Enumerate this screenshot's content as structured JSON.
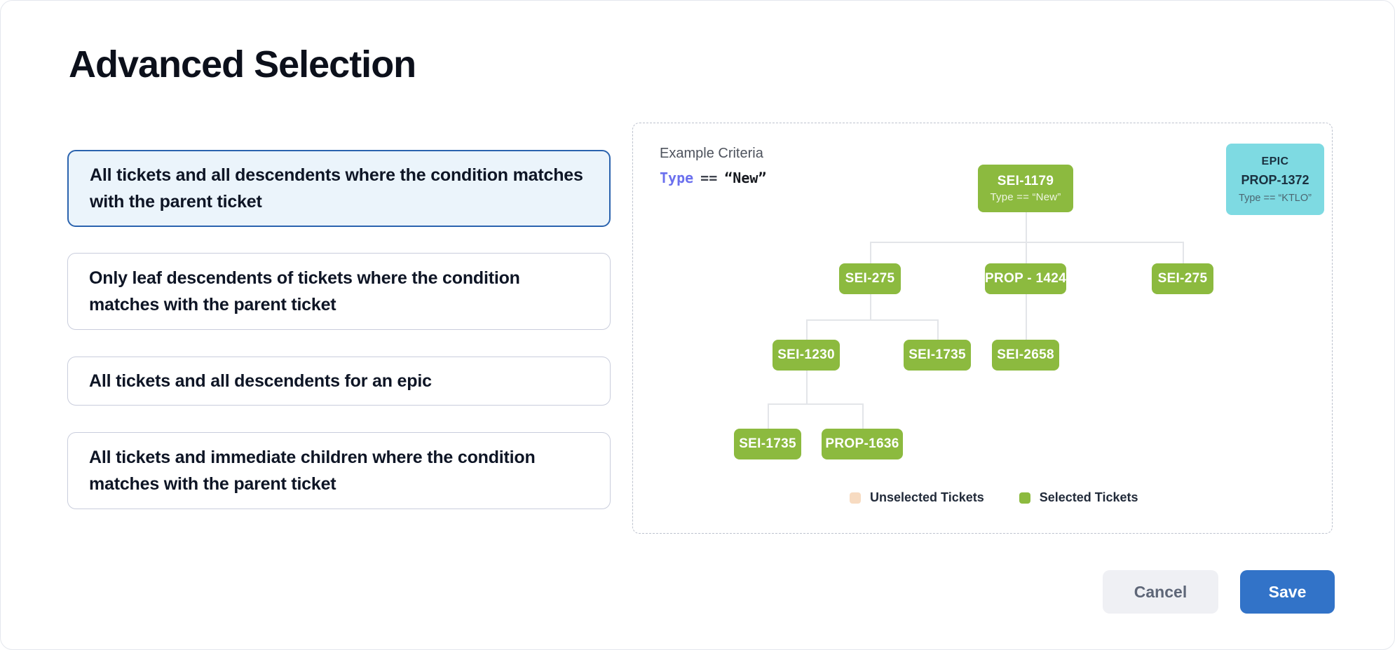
{
  "title": "Advanced Selection",
  "options": [
    {
      "label": "All tickets and all descendents where the condition matches with the parent ticket",
      "selected": true
    },
    {
      "label": "Only leaf descendents of tickets where the condition matches with the parent ticket",
      "selected": false
    },
    {
      "label": "All tickets and all descendents for an epic",
      "selected": false
    },
    {
      "label": "All tickets and immediate children where the condition matches with the parent ticket",
      "selected": false
    }
  ],
  "panel": {
    "criteria_label": "Example Criteria",
    "criteria": {
      "field": "Type",
      "operator": "==",
      "value": "“New”"
    },
    "epic": {
      "badge": "EPIC",
      "id": "PROP-1372",
      "condition": "Type == “KTLO”"
    },
    "tree": {
      "root": {
        "id": "SEI-1179",
        "condition": "Type == “New”"
      },
      "nodes": [
        {
          "id": "SEI-275"
        },
        {
          "id": "PROP - 1424"
        },
        {
          "id": "SEI-275"
        },
        {
          "id": "SEI-1230"
        },
        {
          "id": "SEI-1735"
        },
        {
          "id": "SEI-2658"
        },
        {
          "id": "SEI-1735"
        },
        {
          "id": "PROP-1636"
        }
      ]
    },
    "legend": [
      {
        "label": "Unselected Tickets",
        "color": "#F7DBC1"
      },
      {
        "label": "Selected Tickets",
        "color": "#8CBA3F"
      }
    ]
  },
  "actions": {
    "cancel": "Cancel",
    "save": "Save"
  },
  "colors": {
    "selected_border_blue": "#2B63AE",
    "selected_bg": "#EBF4FB",
    "node_green": "#8CBA3F",
    "epic_cyan": "#7EDAE2",
    "unselected_peach": "#F7DBC1",
    "save_blue": "#3273C8",
    "criteria_field_purple": "#6B70EE",
    "connector_gray": "#E3E5E9"
  }
}
